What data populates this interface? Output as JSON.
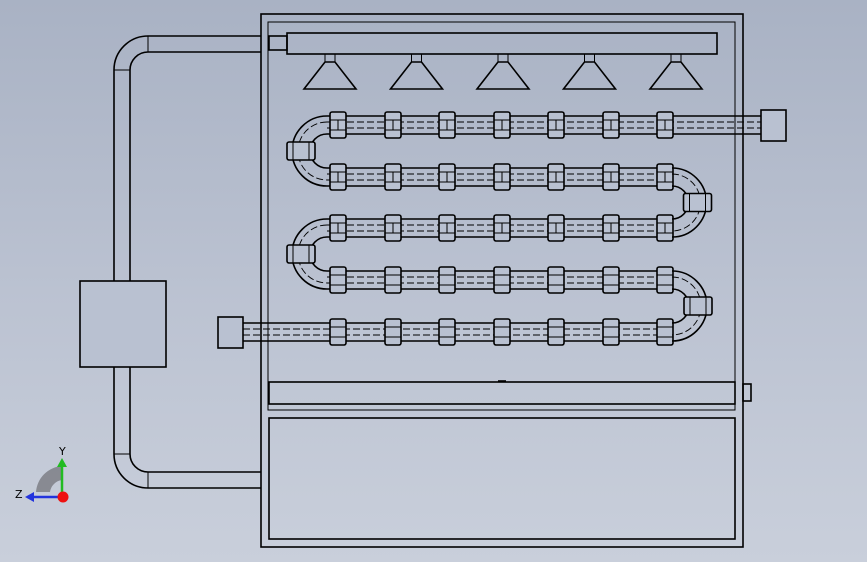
{
  "view": {
    "background_top": "#a9b2c4",
    "background_bottom": "#c9cfdb",
    "line_color": "#000000"
  },
  "model": {
    "spray_nozzle_count": 5,
    "coil_passes": 5,
    "couplings_per_pass": 7
  },
  "triad": {
    "y_label": "Y",
    "z_label": "Z",
    "y_color": "#22bb22",
    "z_color": "#2233dd",
    "origin_color": "#ee1111"
  }
}
